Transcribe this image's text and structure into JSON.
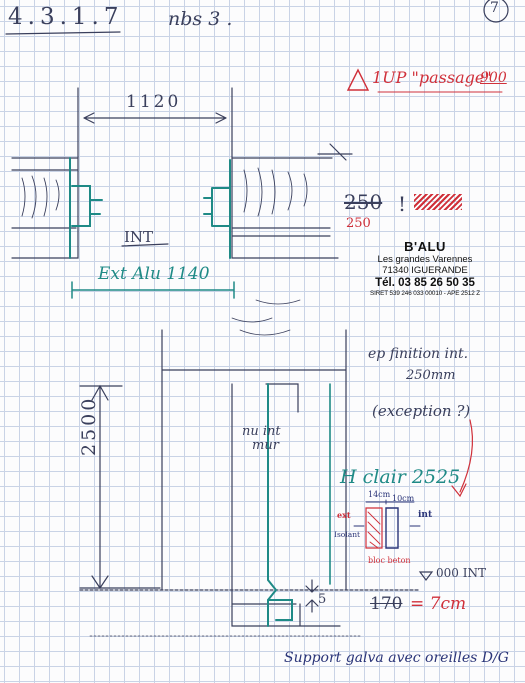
{
  "header": {
    "reference": "4.3.1.7",
    "note": "nbs 3 .",
    "page_number": "7"
  },
  "warning": {
    "label": "1UP \"passage\"",
    "value": "900"
  },
  "plan": {
    "width_top": "1120",
    "interior_label": "INT",
    "ext_alu_label": "Ext Alu 1140"
  },
  "section": {
    "thickness_old": "250",
    "thickness_new": "250",
    "finish_note_line1": "ep finition int.",
    "finish_note_line2": "250mm",
    "exception_note": "(exception ?)",
    "interior_wall_line1": "nu int",
    "interior_wall_line2": "mur",
    "height": "2500",
    "h_clear": "H clair 2525",
    "dim_14": "14cm",
    "dim_10": "10cm",
    "label_ext": "ext",
    "label_isolant": "Isolant",
    "label_int": "int",
    "label_bloc_beton": "bloc beton",
    "level_int": "000 INT",
    "gap": "5",
    "sill_old": "170",
    "sill_new": "= 7cm",
    "support_note": "Support galva avec oreilles D/G"
  },
  "stamp": {
    "company": "B'ALU",
    "address1": "Les grandes Varennes",
    "address2": "71340 IGUERANDE",
    "phone": "Tél. 03 85 26 50 35",
    "siret": "SIRET 539 246 033 00010 - APE 2512 Z"
  },
  "colors": {
    "ink": "#3a3f5c",
    "blue_ink": "#2a3478",
    "red_ink": "#d0303a",
    "teal_ink": "#1f8a86",
    "grid": "#c9d3e6"
  }
}
